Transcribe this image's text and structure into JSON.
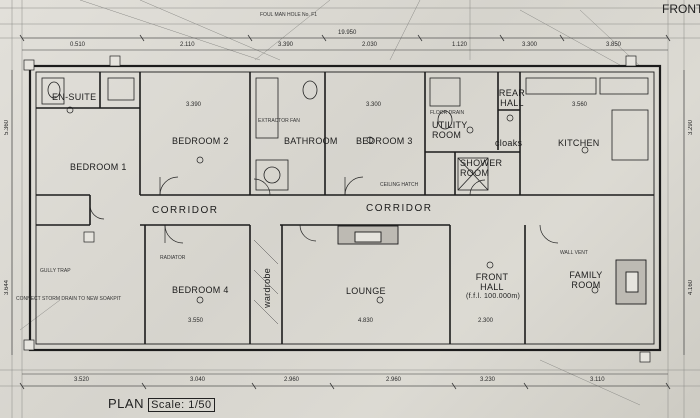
{
  "header": {
    "front_label": "FRONT"
  },
  "title": {
    "plan": "PLAN",
    "scale": "Scale: 1/50"
  },
  "rooms": {
    "ensuite": "EN-SUITE",
    "bedroom1": "BEDROOM 1",
    "bedroom2": "BEDROOM 2",
    "bathroom": "BATHROOM",
    "bedroom3": "BEDROOM 3",
    "rear_hall": "REAR HALL",
    "utility": "UTILITY ROOM",
    "cloaks": "cloaks",
    "shower": "SHOWER ROOM",
    "kitchen": "KITCHEN",
    "corridor_left": "CORRIDOR",
    "corridor_right": "CORRIDOR",
    "wardrobe": "wardrobe",
    "bedroom4": "BEDROOM 4",
    "lounge": "LOUNGE",
    "front_hall": "FRONT HALL",
    "ffl": "(f.f.l. 100.000m)",
    "family": "FAMILY ROOM"
  },
  "dimensions": {
    "overall_top": "19.950",
    "top_a": "0.510",
    "top_b": "2.110",
    "top_c": "3.390",
    "top_d": "2.030",
    "top_e": "1.120",
    "top_f": "3.300",
    "top_g": "3.850",
    "bed2": "3.390",
    "bed3": "3.300",
    "kit": "3.560",
    "left_a": "5.360",
    "left_b": "3.644",
    "right_a": "3.290",
    "right_b": "4.160",
    "bot_a": "3.520",
    "bot_b": "3.040",
    "bot_c": "2.960",
    "bot_d": "2.960",
    "bot_e": "3.230",
    "bot_f": "3.110",
    "lounge_w": "4.830",
    "bed4_w": "3.550",
    "hall_w": "2.300"
  },
  "notes": {
    "n1": "FOUL MAN HOLE No. F1",
    "n2": "GULLY TRAP",
    "n3": "CONNECT STORM DRAIN TO NEW SOAKPIT",
    "n4": "EXTRACTOR FAN",
    "n5": "FLOOR DRAIN",
    "n6": "RADIATOR",
    "n7": "CEILING HATCH",
    "n8": "WALL VENT"
  }
}
